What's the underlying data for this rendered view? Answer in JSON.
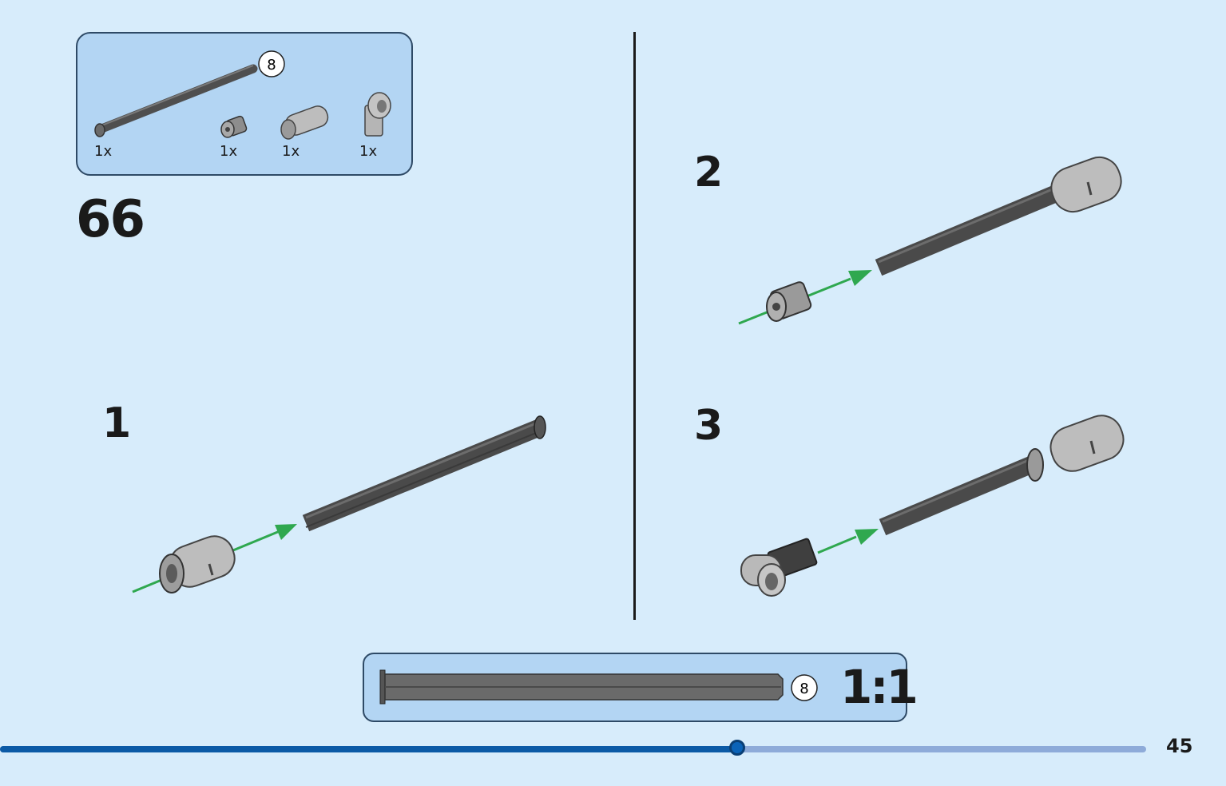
{
  "parts_callout": {
    "axle_length_label": "8",
    "items": [
      {
        "name": "axle",
        "qty": "1x"
      },
      {
        "name": "bushing",
        "qty": "1x"
      },
      {
        "name": "pin-connector",
        "qty": "1x"
      },
      {
        "name": "angle-connector",
        "qty": "1x"
      }
    ]
  },
  "main_step": "66",
  "substeps": {
    "step1": "1",
    "step2": "2",
    "step3": "3"
  },
  "ruler": {
    "axle_length_label": "8",
    "scale": "1:1"
  },
  "page_number": "45",
  "progress": {
    "fraction": 0.643
  },
  "colors": {
    "background": "#d7ecfb",
    "callout": "#b3d5f3",
    "arrow": "#2fa84f",
    "axle": "#555555",
    "part_grey": "#b8b8b8"
  }
}
